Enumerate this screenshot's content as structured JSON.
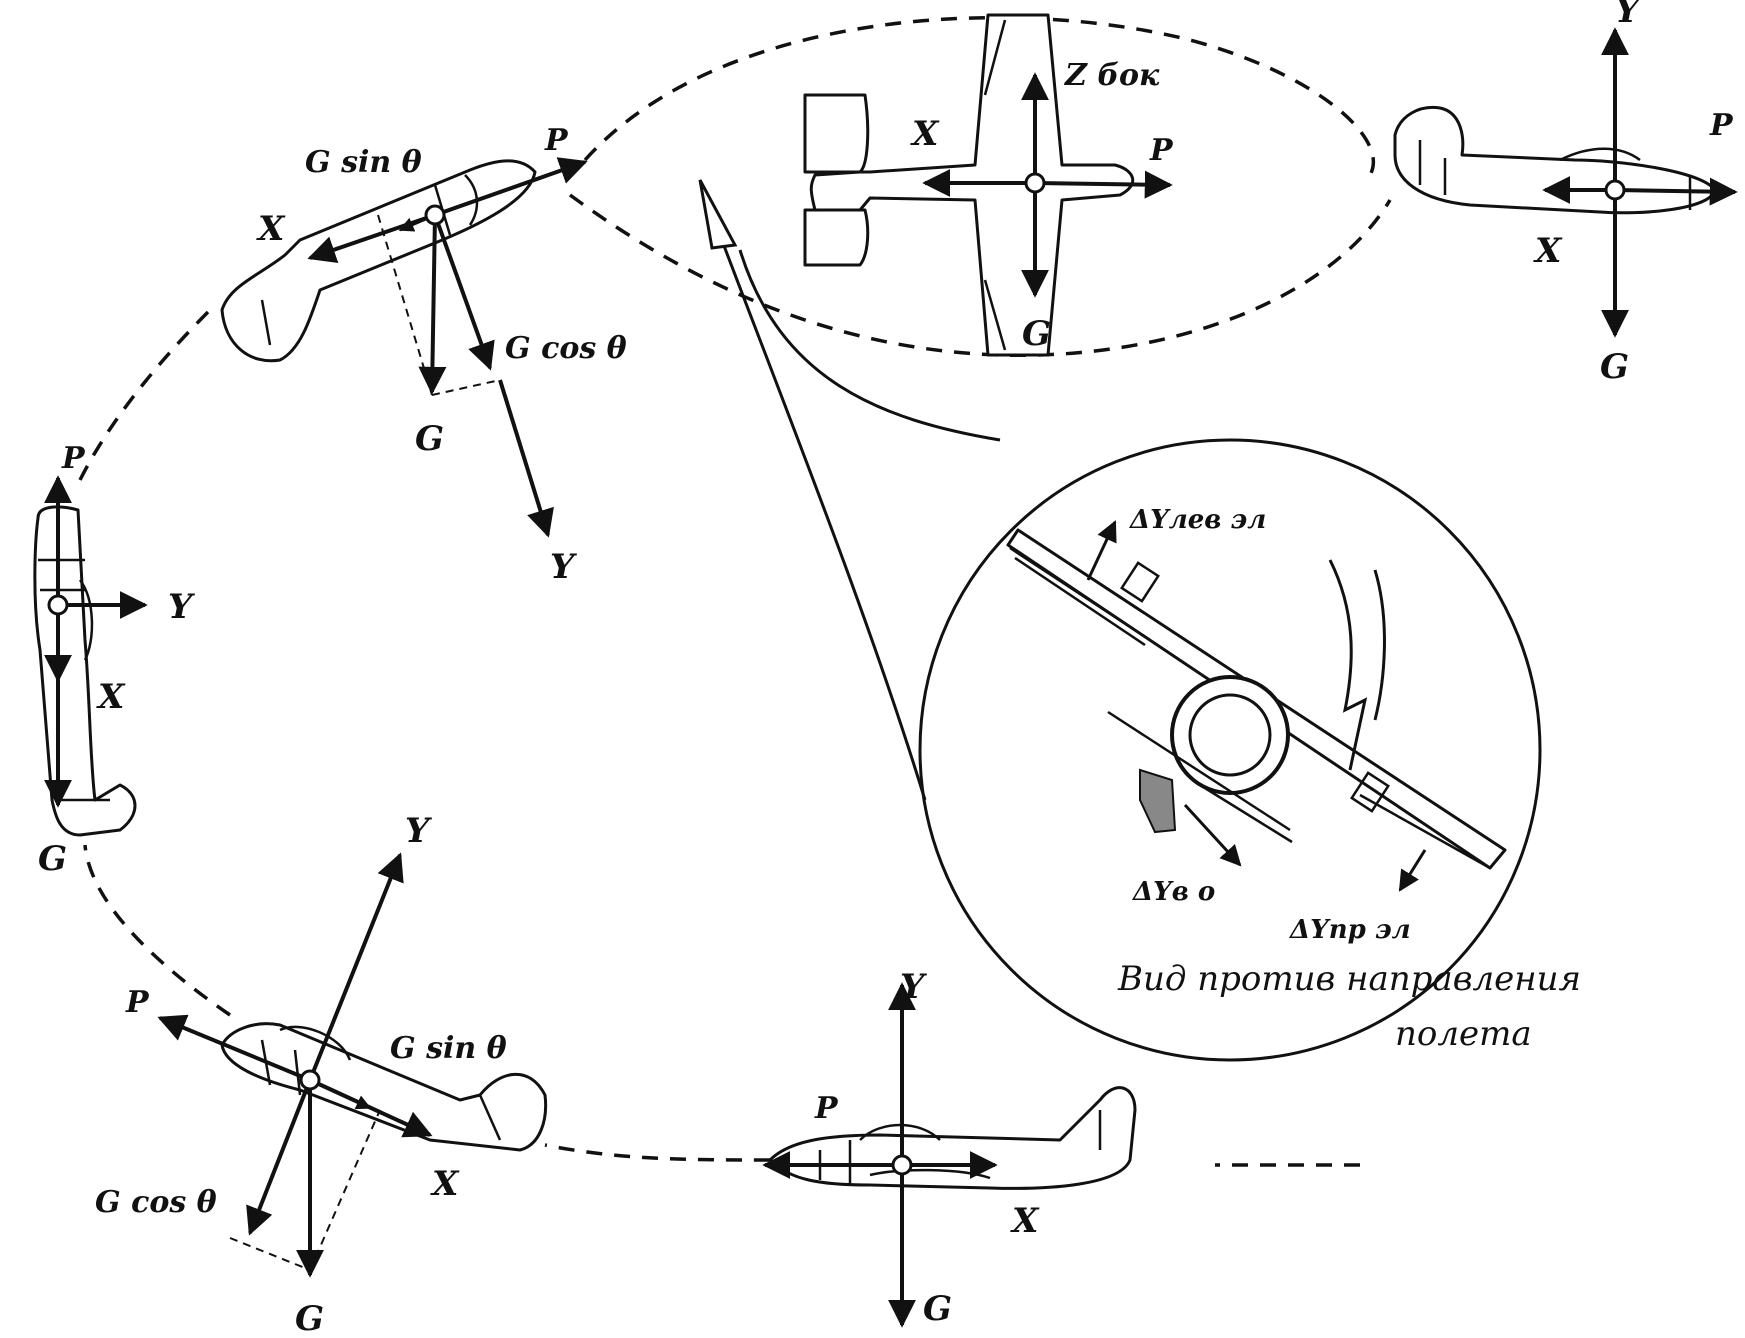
{
  "diagram": {
    "labels": {
      "P": "P",
      "X": "X",
      "Y": "Y",
      "G": "G",
      "G_sin": "G sin θ",
      "G_cos": "G cos θ",
      "Z_bok": "Z бок",
      "dY_lev": "ΔYлев эл",
      "dY_vo": "ΔYв о",
      "dY_pr": "ΔYпр эл"
    },
    "caption": {
      "line1": "Вид против направления",
      "line2": "полета"
    }
  }
}
